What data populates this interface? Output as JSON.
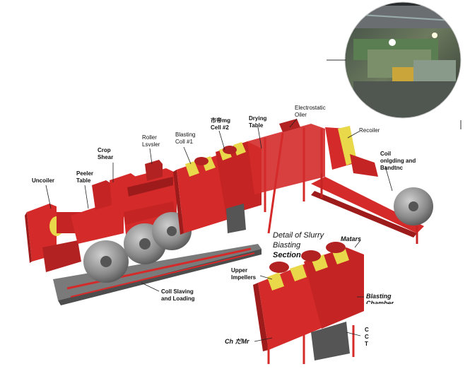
{
  "labels": {
    "uncoiler": "Uncoiler",
    "peeler_table": "Peeler\nTable",
    "crop_shear": "Crop\nShear",
    "roller_leveler": "Roller\nLsvsler",
    "blasting_cell_1": "Blasting\nColl #1",
    "blasting_cell_2": "市帝mg\nCell #2",
    "drying_table": "Drying\nTable",
    "electrostatic_oiler": "Electrostatic\nOiler",
    "recoiler": "Recoiler",
    "coil_unloading": "Coil\nonlgding and\nBandtnc",
    "coil_staging": "Coll Slaving\nand Loading"
  },
  "detail": {
    "title_line1": "Detail of Slurry",
    "title_line2": "Biasting",
    "title_line3": "Section",
    "motors": "Matars",
    "upper_impellers": "Upper\nImpellers",
    "blasting_chamber": "Blasting\nChamber",
    "chamber_label": "Ch だMr",
    "side_label": "C\nC\nT"
  },
  "colors": {
    "machine_red": "#d42a2a",
    "machine_dark_red": "#9e1b1b",
    "accent_yellow": "#e8d84a",
    "coil_gray": "#8e8e8e",
    "rail_gray": "#6e6e6e"
  }
}
